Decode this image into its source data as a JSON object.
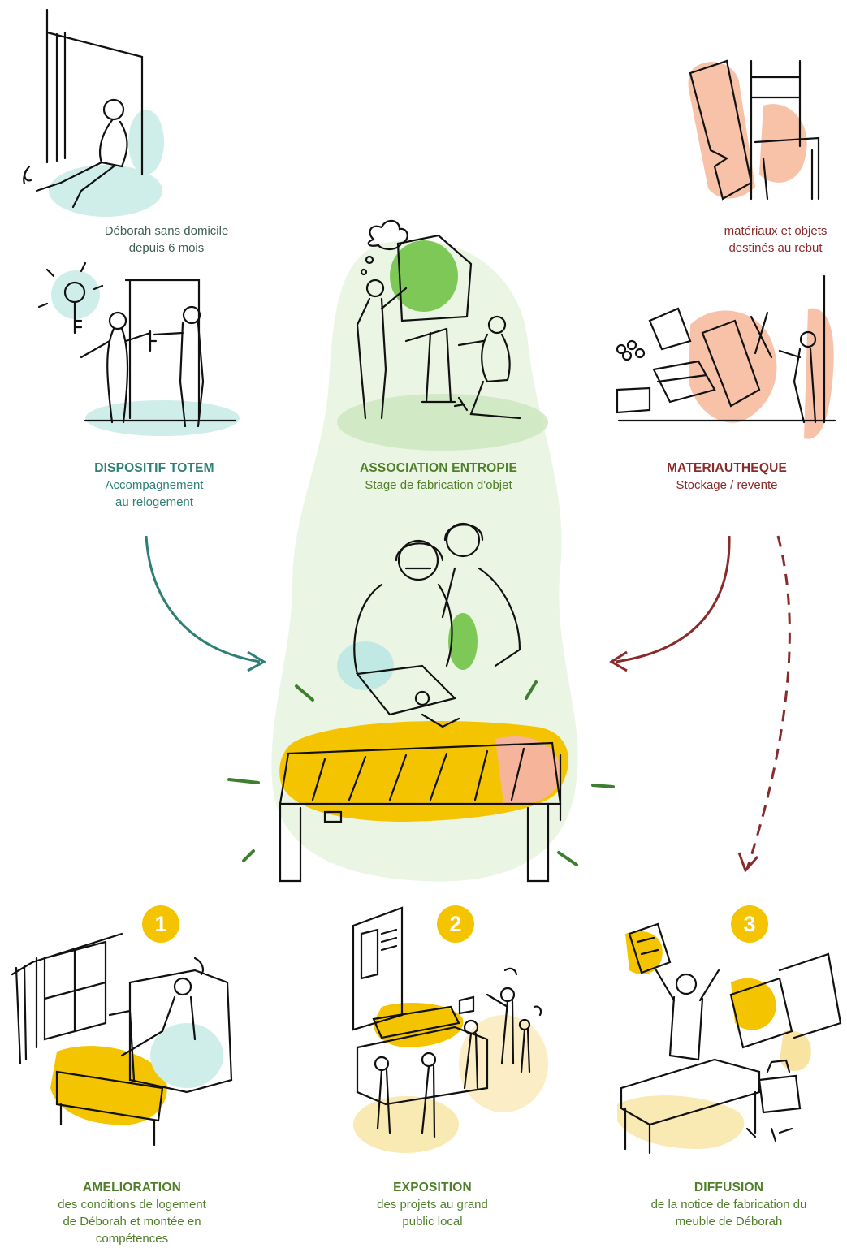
{
  "colors": {
    "teal": "#2e7f75",
    "green": "#4f7f2a",
    "red": "#8a2b2b",
    "yellow": "#f4c400",
    "peach": "#f6b49a",
    "light_green": "#e8f3de",
    "light_teal": "#cfeee9"
  },
  "top_left": {
    "caption_line1": "Déborah sans domicile",
    "caption_line2": "depuis 6 mois"
  },
  "top_right": {
    "caption_line1": "matériaux et objets",
    "caption_line2": "destinés au rebut"
  },
  "actors": [
    {
      "title": "DISPOSITIF TOTEM",
      "line1": "Accompagnement",
      "line2": "au relogement"
    },
    {
      "title": "ASSOCIATION ENTROPIE",
      "line1": "Stage de fabrication d'objet",
      "line2": ""
    },
    {
      "title": "MATERIAUTHEQUE",
      "line1": "Stockage / revente",
      "line2": ""
    }
  ],
  "outcomes": [
    {
      "number": "1",
      "title": "AMELIORATION",
      "line1": "des conditions de logement",
      "line2": "de Déborah et montée en",
      "line3": "compétences"
    },
    {
      "number": "2",
      "title": "EXPOSITION",
      "line1": "des projets  au grand",
      "line2": "public local",
      "line3": ""
    },
    {
      "number": "3",
      "title": "DIFFUSION",
      "line1": "de la notice de fabrication du",
      "line2": "meuble de Déborah",
      "line3": ""
    }
  ]
}
